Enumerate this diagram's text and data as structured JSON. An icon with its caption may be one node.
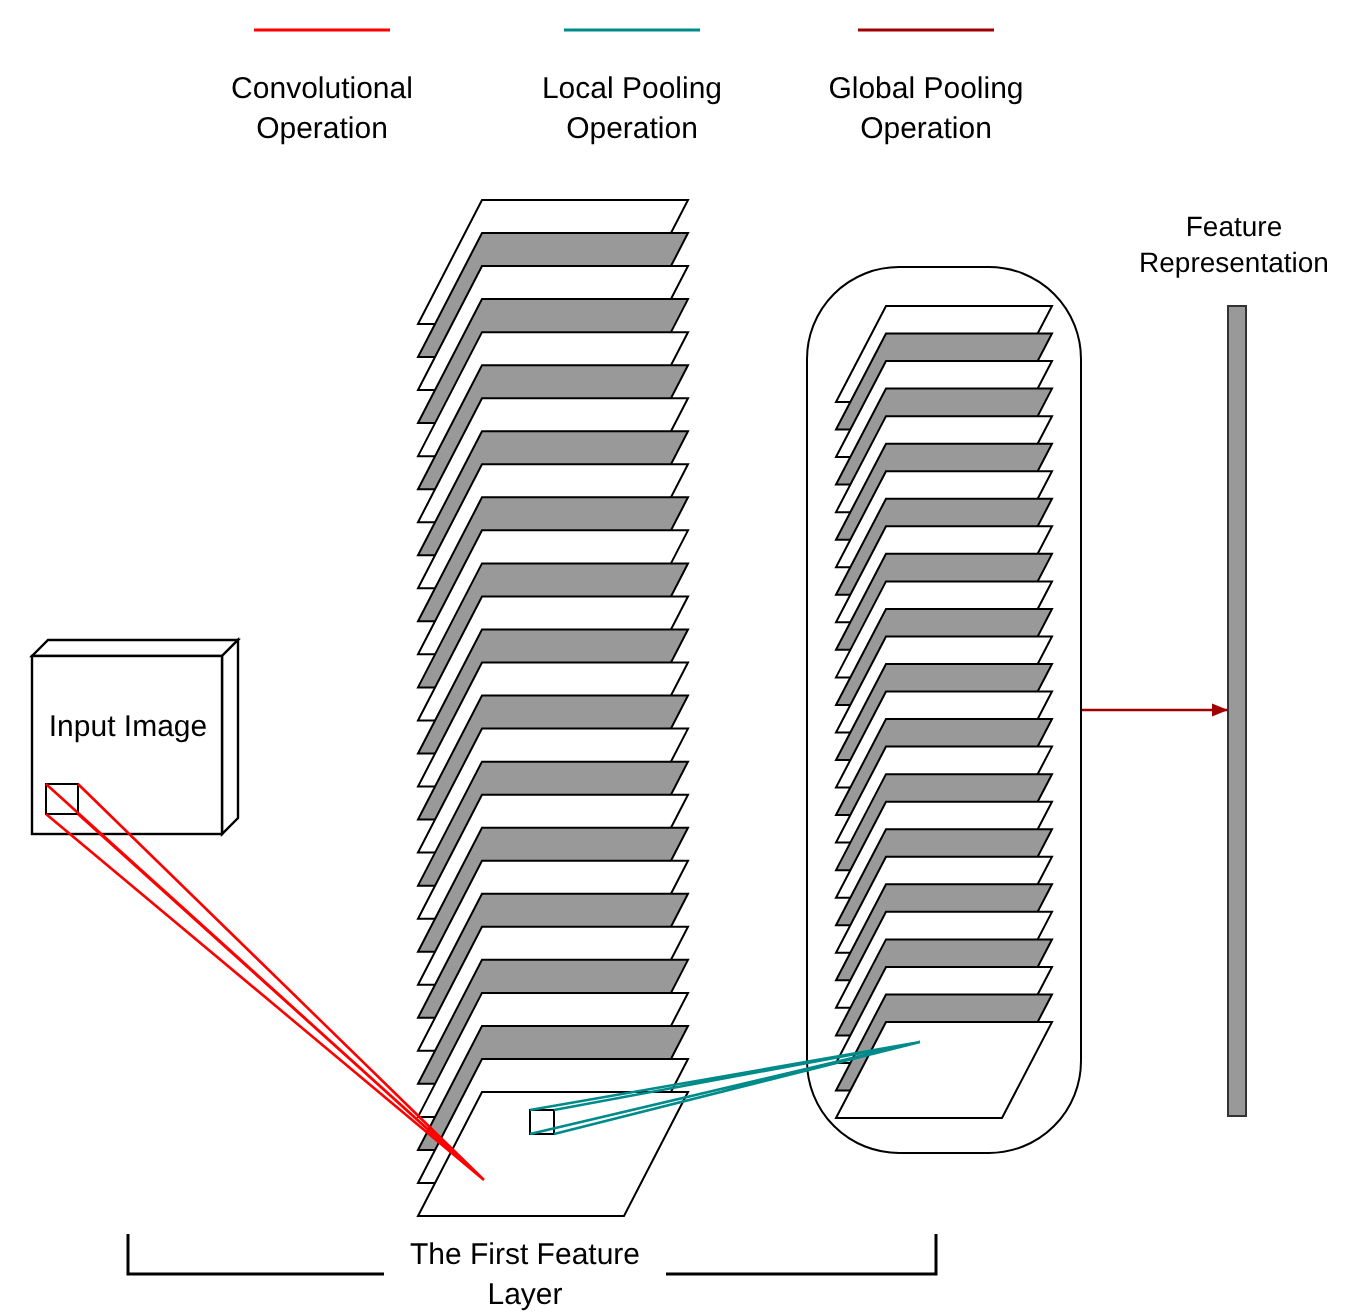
{
  "diagram": {
    "nodes": [
      {
        "text": [
          "Input Image"
        ]
      },
      {
        "text": [],
        "shape": "stack",
        "beside": [
          "The First Feature Layer"
        ]
      },
      {
        "text": [],
        "shape": "box"
      },
      {
        "text": [],
        "shape": "stack",
        "in": 2
      },
      {
        "text": [
          "Feature Representation"
        ]
      }
    ],
    "edges": [
      {
        "from": 0,
        "to": 1,
        "arrow": "none",
        "color": "#ff0000"
      },
      {
        "from": 1,
        "to": 3,
        "arrow": "none",
        "color": "#008b8b"
      },
      {
        "from": 2,
        "to": 4,
        "arrow": "to",
        "color": "#a00000"
      }
    ],
    "legend": [
      {
        "text": "Convolutional Operation",
        "color": "#ff0000"
      },
      {
        "text": "Local Pooling Operation",
        "color": "#008b8b"
      },
      {
        "text": "Global Pooling Operation",
        "color": "#a00000"
      }
    ]
  }
}
